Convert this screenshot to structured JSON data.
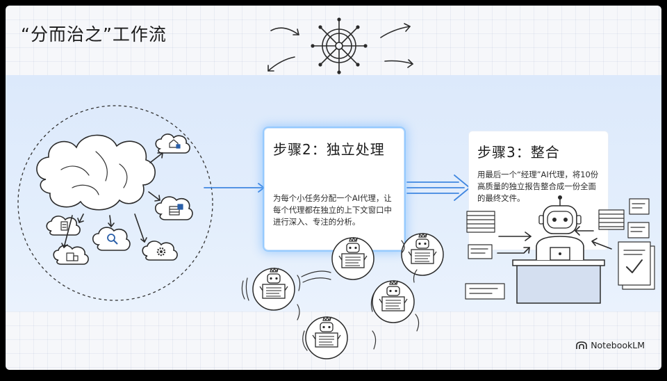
{
  "title": "“分而治之”工作流",
  "step2": {
    "title": "步骤2：独立处理",
    "body": "为每个小任务分配一个AI代理，让每个代理都在独立的上下文窗口中进行深入、专注的分析。"
  },
  "step3": {
    "title": "步骤3：整合",
    "body": "用最后一个“经理”AI代理，将10份高质量的独立报告整合成一份全面的最终文件。"
  },
  "brand": "NotebookLM",
  "colors": {
    "accent": "#3f86e0",
    "band": "#dfeafb",
    "glow": "#7cc0ff"
  },
  "icons": [
    "ship-wheel-icon",
    "house-icon",
    "building-icon",
    "search-icon",
    "gear-icon",
    "database-icon",
    "robot-icon",
    "document-icon",
    "checklist-icon",
    "notebooklm-logo-icon"
  ]
}
